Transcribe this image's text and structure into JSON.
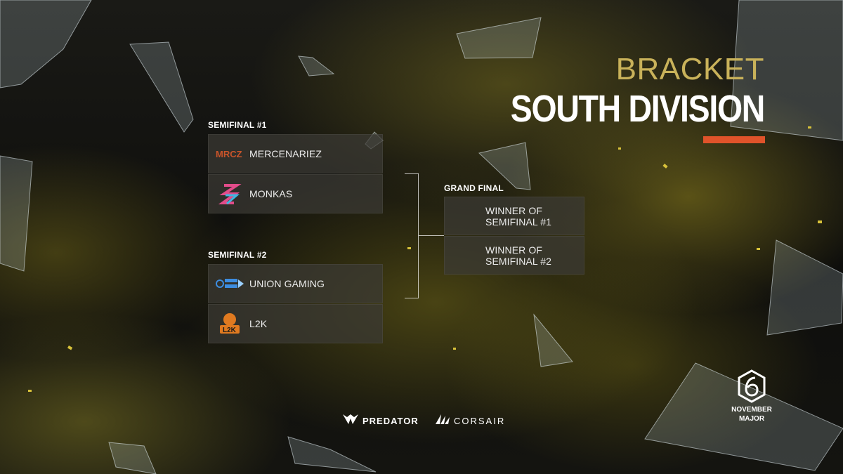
{
  "header": {
    "title_top": "BRACKET",
    "title_main": "SOUTH DIVISION"
  },
  "bracket": {
    "semifinals": [
      {
        "label": "SEMIFINAL #1",
        "teams": [
          {
            "name": "MERCENARIEZ",
            "logo": "mercenariez-logo"
          },
          {
            "name": "MONKAS",
            "logo": "monkas-logo"
          }
        ]
      },
      {
        "label": "SEMIFINAL #2",
        "teams": [
          {
            "name": "UNION GAMING",
            "logo": "union-gaming-logo"
          },
          {
            "name": "L2K",
            "logo": "l2k-logo"
          }
        ]
      }
    ],
    "grand_final": {
      "label": "GRAND FINAL",
      "slots": [
        {
          "name": "WINNER OF SEMIFINAL #1"
        },
        {
          "name": "WINNER OF SEMIFINAL #2"
        }
      ]
    }
  },
  "sponsors": [
    {
      "name": "PREDATOR",
      "icon": "predator-icon"
    },
    {
      "name": "CORSAIR",
      "icon": "corsair-icon"
    }
  ],
  "event": {
    "logo": "six-logo",
    "line1": "NOVEMBER",
    "line2": "MAJOR"
  },
  "colors": {
    "accent": "#e0532a",
    "title_gold": "#c9b25a",
    "background_yellow": "#8a7d20"
  }
}
